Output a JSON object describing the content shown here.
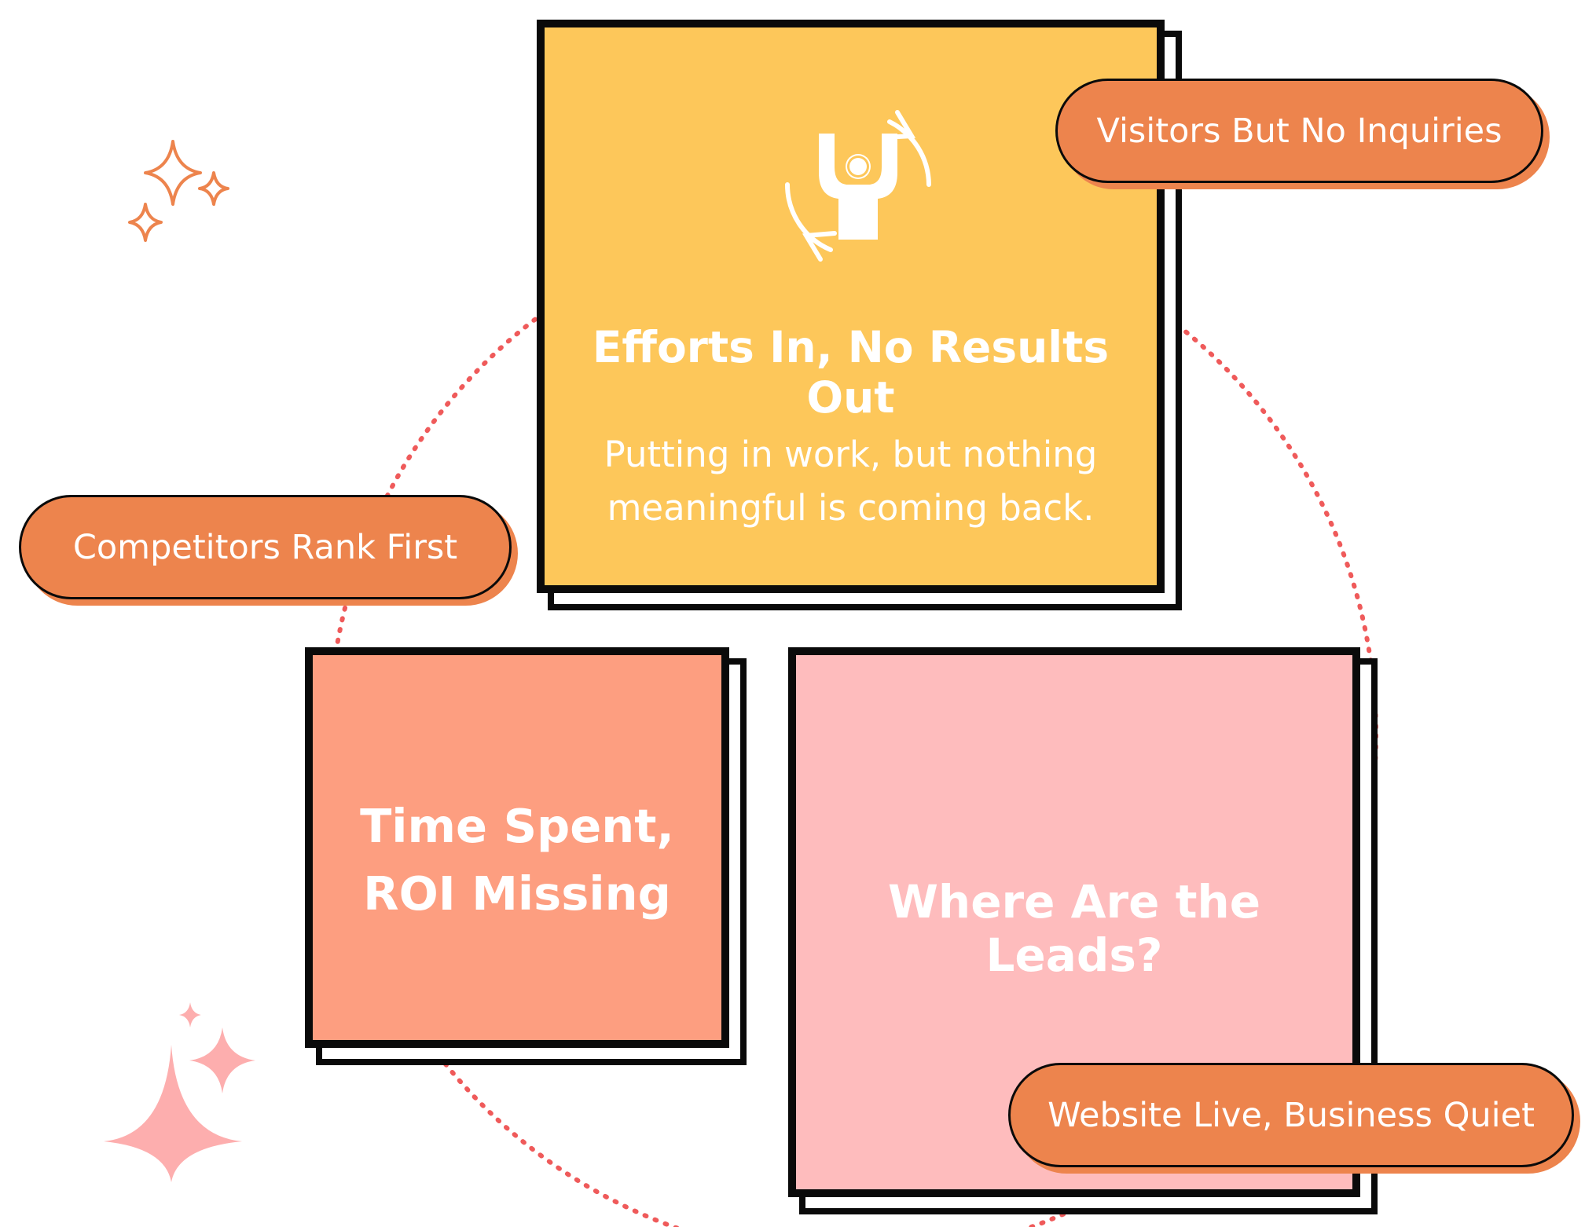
{
  "cards": {
    "efforts": {
      "title": "Efforts In, No Results Out",
      "description": "Putting in work, but nothing meaningful is coming back."
    },
    "time": {
      "title_line1": "Time Spent,",
      "title_line2": "ROI Missing"
    },
    "leads": {
      "title": "Where Are the Leads?"
    }
  },
  "pills": {
    "visitors": "Visitors But No Inquiries",
    "competitors": "Competitors Rank First",
    "website": "Website Live, Business Quiet"
  },
  "icons": {
    "efforts": "person-cycle-icon",
    "sparkles_top": "sparkle-outline-icon",
    "sparkles_bottom": "sparkle-filled-icon"
  },
  "colors": {
    "yellow_card": "#fdc75a",
    "salmon_card": "#fd9e80",
    "pink_card": "#febcbd",
    "pill": "#ed844d",
    "ring": "#ef5a5a",
    "outline": "#0a0a0a"
  }
}
